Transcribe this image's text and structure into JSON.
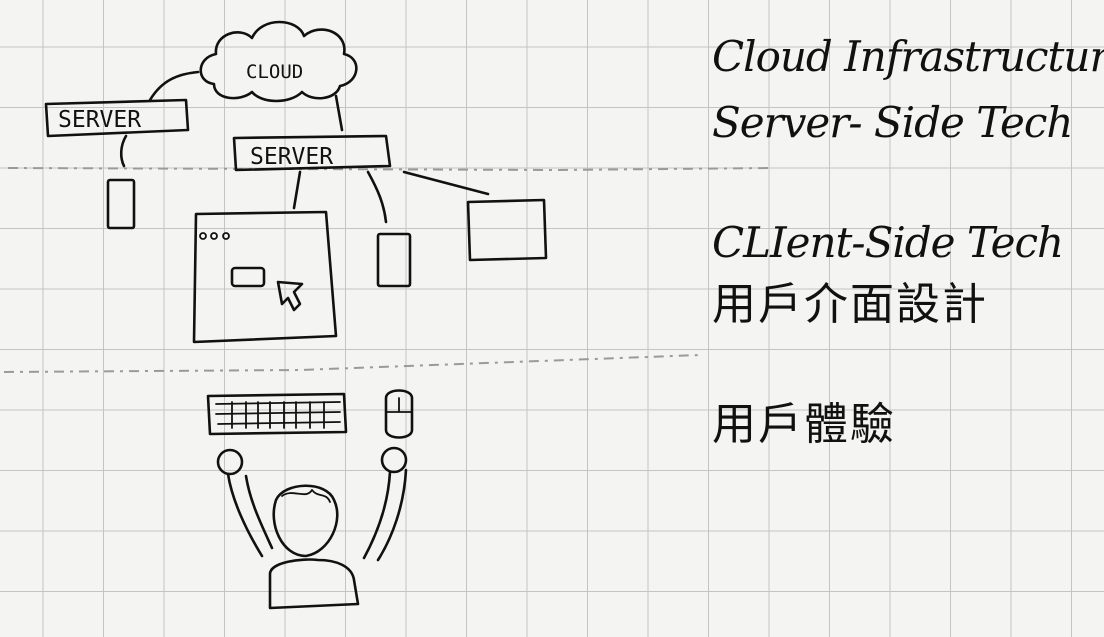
{
  "diagram": {
    "cloud_label": "CLOUD",
    "server_left_label": "SERVER",
    "server_main_label": "SERVER"
  },
  "notes": {
    "line1": "Cloud Infrastructure",
    "line2": "Server- Side Tech",
    "line3": "CLIent-Side Tech",
    "line4": "用戶介面設計",
    "line5": "用戶體驗"
  }
}
